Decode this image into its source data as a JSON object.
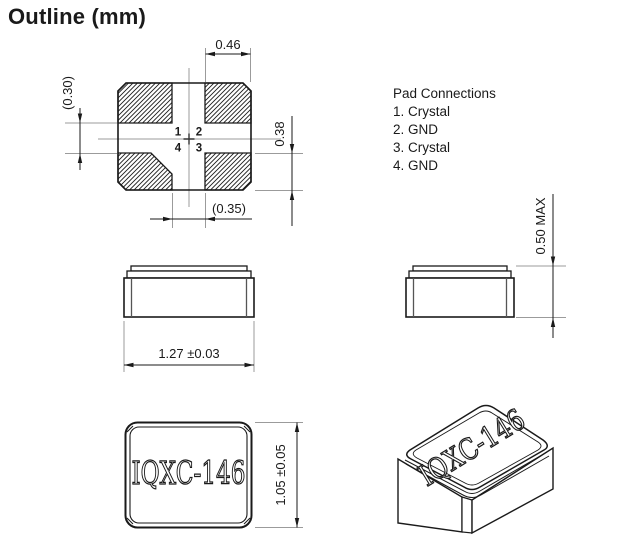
{
  "title": "Outline (mm)",
  "pad_connections": {
    "heading": "Pad Connections",
    "items": [
      "1. Crystal",
      "2. GND",
      "3. Crystal",
      "4. GND"
    ]
  },
  "top_view": {
    "pad_numbers": {
      "top_left": "1",
      "top_right": "2",
      "bottom_right": "3",
      "bottom_left": "4"
    },
    "dims": {
      "top_pad_width": "0.46",
      "pad_gap_vertical": "(0.30)",
      "pad_height": "0.38",
      "pad_gap_horizontal": "(0.35)"
    }
  },
  "front_view": {
    "dims": {
      "body_width": "1.27 ±0.03"
    }
  },
  "side_view": {
    "dims": {
      "body_height": "0.50 MAX"
    }
  },
  "bottom_view": {
    "part_number": "IQXC-146",
    "dims": {
      "body_depth": "1.05 ±0.05"
    }
  },
  "perspective_view": {
    "part_number": "IQXC-146"
  },
  "colors": {
    "line": "#1a1a1a",
    "extension": "#9b9b9b",
    "background": "#ffffff"
  }
}
